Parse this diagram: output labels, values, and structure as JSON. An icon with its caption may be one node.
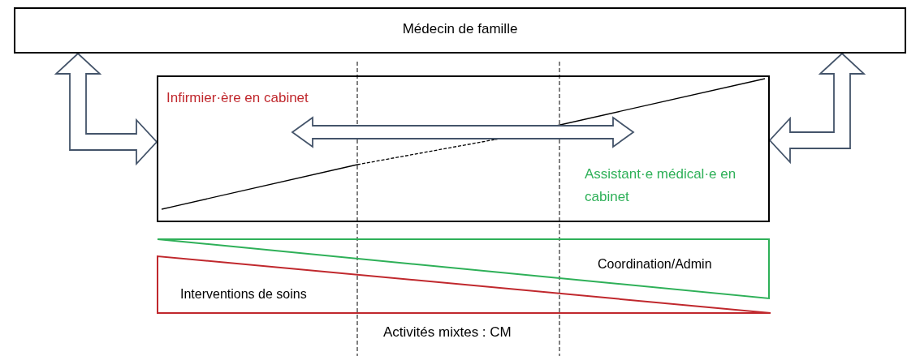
{
  "diagram": {
    "nodes": [
      {
        "text": [
          "Médecin de famille"
        ]
      },
      {
        "text": [],
        "shape": "box"
      },
      {
        "text": [
          "Infirmier·ère en cabinet"
        ],
        "in": 1
      },
      {
        "text": [
          "Assistant·e médical·e en cabinet"
        ],
        "in": 1
      },
      {
        "text": [
          "Coordination/Admin"
        ]
      },
      {
        "text": [
          "Interventions de soins"
        ]
      }
    ],
    "edges": [
      {
        "from": 0,
        "to": 1,
        "arrow": "both"
      },
      {
        "from": 0,
        "to": 1,
        "arrow": "both"
      },
      {
        "from": 2,
        "to": 3,
        "arrow": "both"
      }
    ],
    "labels": [
      "Activités mixtes : CM"
    ]
  }
}
